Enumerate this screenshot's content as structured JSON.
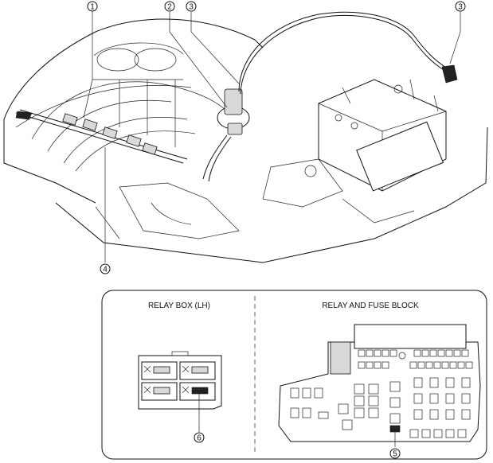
{
  "callouts": {
    "c1": "1",
    "c2": "2",
    "c3a": "3",
    "c3b": "3",
    "c4": "4",
    "c5": "5",
    "c6": "6"
  },
  "inset": {
    "relay_box_title": "RELAY BOX (LH)",
    "relay_fuse_title": "RELAY AND FUSE BLOCK"
  }
}
